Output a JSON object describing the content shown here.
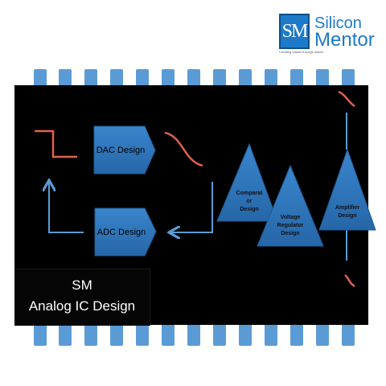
{
  "logo": {
    "mark": "SM",
    "word_top": "Silicon",
    "word_bottom": "Mentor",
    "tagline": "Creating Values through silicon"
  },
  "panel": {
    "line1": "SM",
    "line2": "Analog IC Design"
  },
  "blocks": {
    "dac": "DAC Design",
    "adc": "ADC Design",
    "comparator": [
      "Comparat",
      "or",
      "Design"
    ],
    "voltage_regulator": [
      "Voltage",
      "Regulator",
      "Design"
    ],
    "amplifier": [
      "Amplifier",
      "Design"
    ]
  },
  "colors": {
    "pin": "#5b9bd5",
    "block_fill": "#2e75b6",
    "signal_red": "#e06050",
    "arrow_blue": "#5b9bd5",
    "chip": "#000000"
  }
}
